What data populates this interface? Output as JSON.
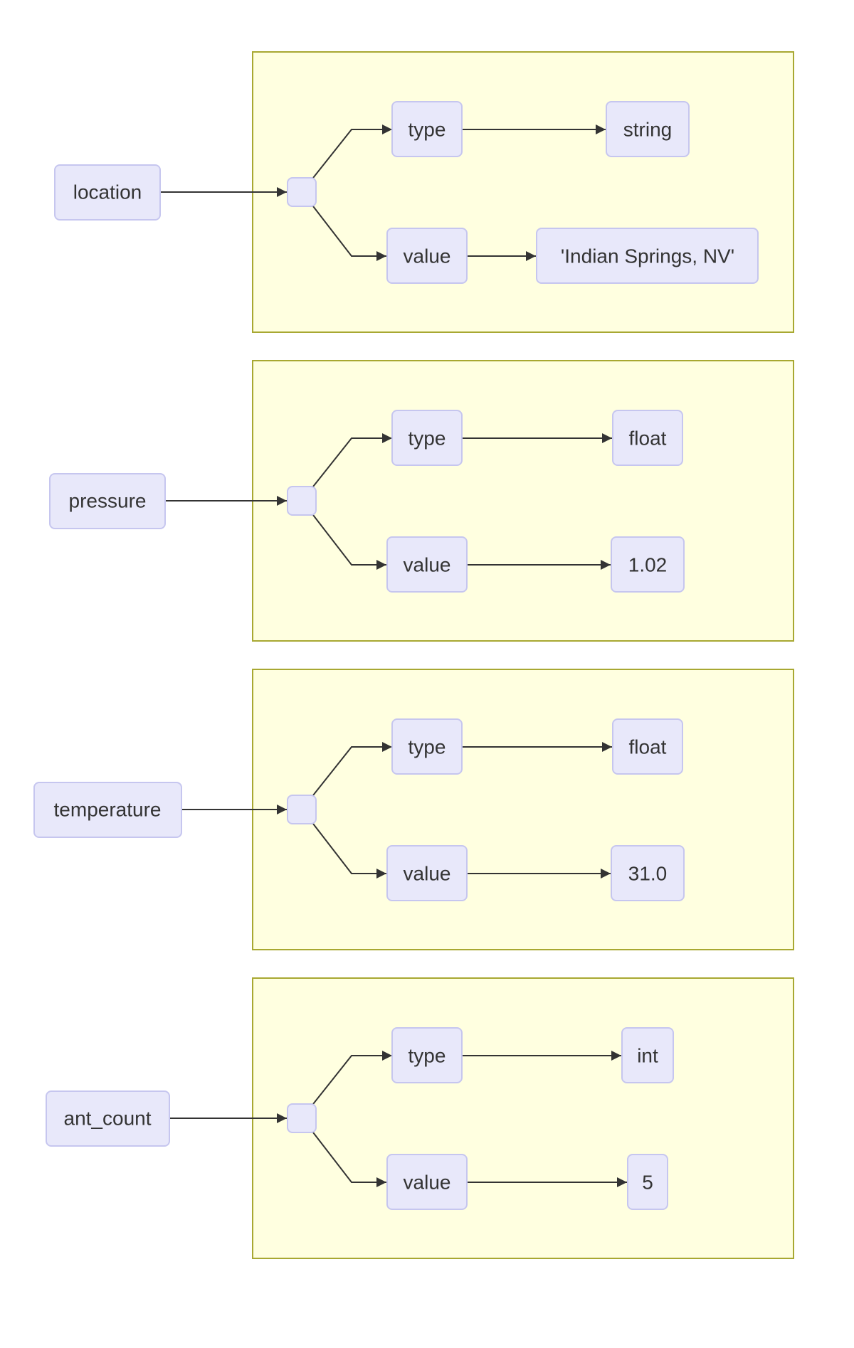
{
  "fields": [
    {
      "name": "location",
      "type_key": "type",
      "type_value": "string",
      "value_key": "value",
      "value": "'Indian Springs, NV'"
    },
    {
      "name": "pressure",
      "type_key": "type",
      "type_value": "float",
      "value_key": "value",
      "value": "1.02"
    },
    {
      "name": "temperature",
      "type_key": "type",
      "type_value": "float",
      "value_key": "value",
      "value": "31.0"
    },
    {
      "name": "ant_count",
      "type_key": "type",
      "type_value": "int",
      "value_key": "value",
      "value": "5"
    }
  ],
  "colors": {
    "group_fill": "#ffffe0",
    "group_stroke": "#a8a832",
    "node_fill": "#e8e8fa",
    "node_stroke": "#c6c6ef",
    "edge": "#333333",
    "text": "#333333"
  }
}
